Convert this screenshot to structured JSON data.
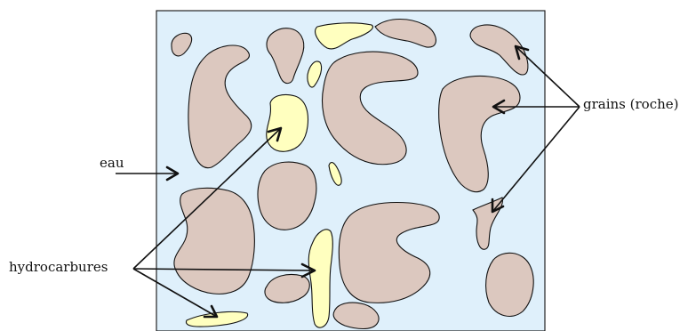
{
  "labels": {
    "water": "eau",
    "hydrocarbons": "hydrocarbures",
    "grains": "grains (roche)"
  },
  "colors": {
    "water": "#dff0fb",
    "rock_grain": "#dcc8bf",
    "hydrocarbon": "#ffffbf",
    "outline": "#111111"
  }
}
